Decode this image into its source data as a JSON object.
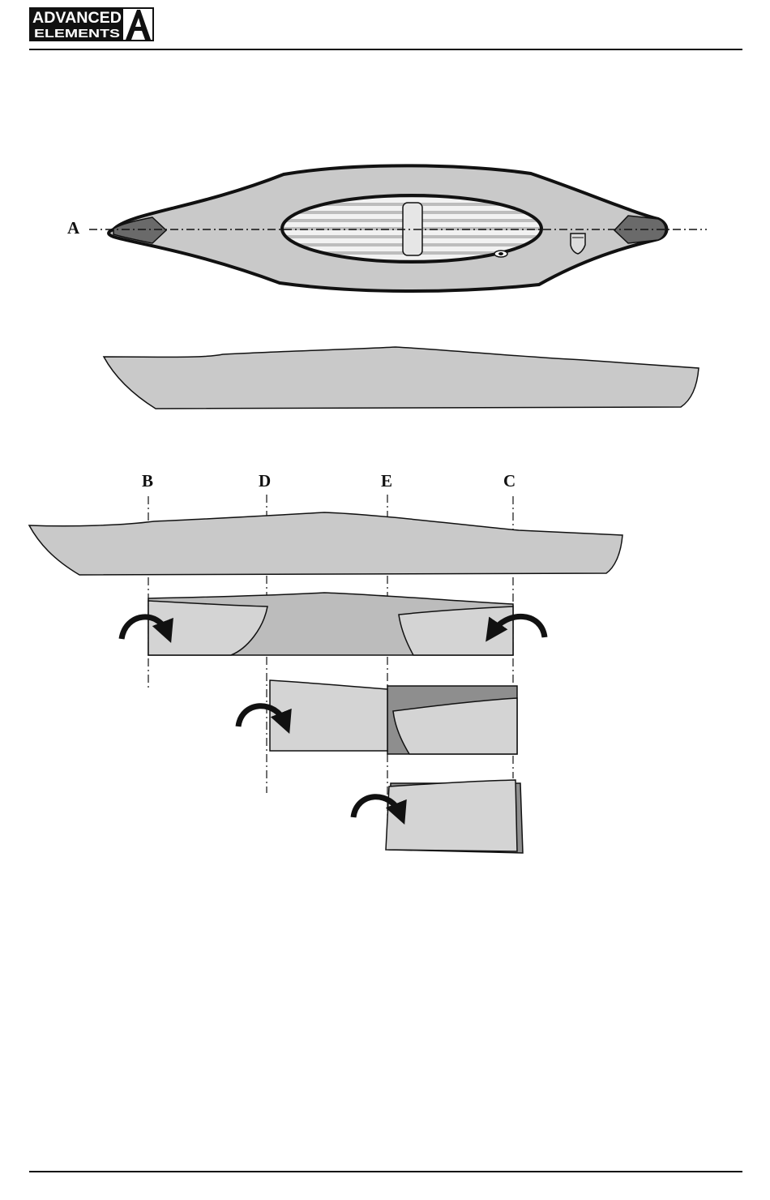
{
  "brand": {
    "line1": "ADVANCED",
    "line2": "ELEMENTS",
    "mark": "A"
  },
  "labels": {
    "a": "A",
    "b": "B",
    "c": "C",
    "d": "D",
    "e": "E"
  },
  "colors": {
    "hull": "#c9c9c9",
    "panel": "#d4d4d4",
    "shadow": "#8e8e8e",
    "tip": "#6a6a6a",
    "ink": "#111111"
  }
}
